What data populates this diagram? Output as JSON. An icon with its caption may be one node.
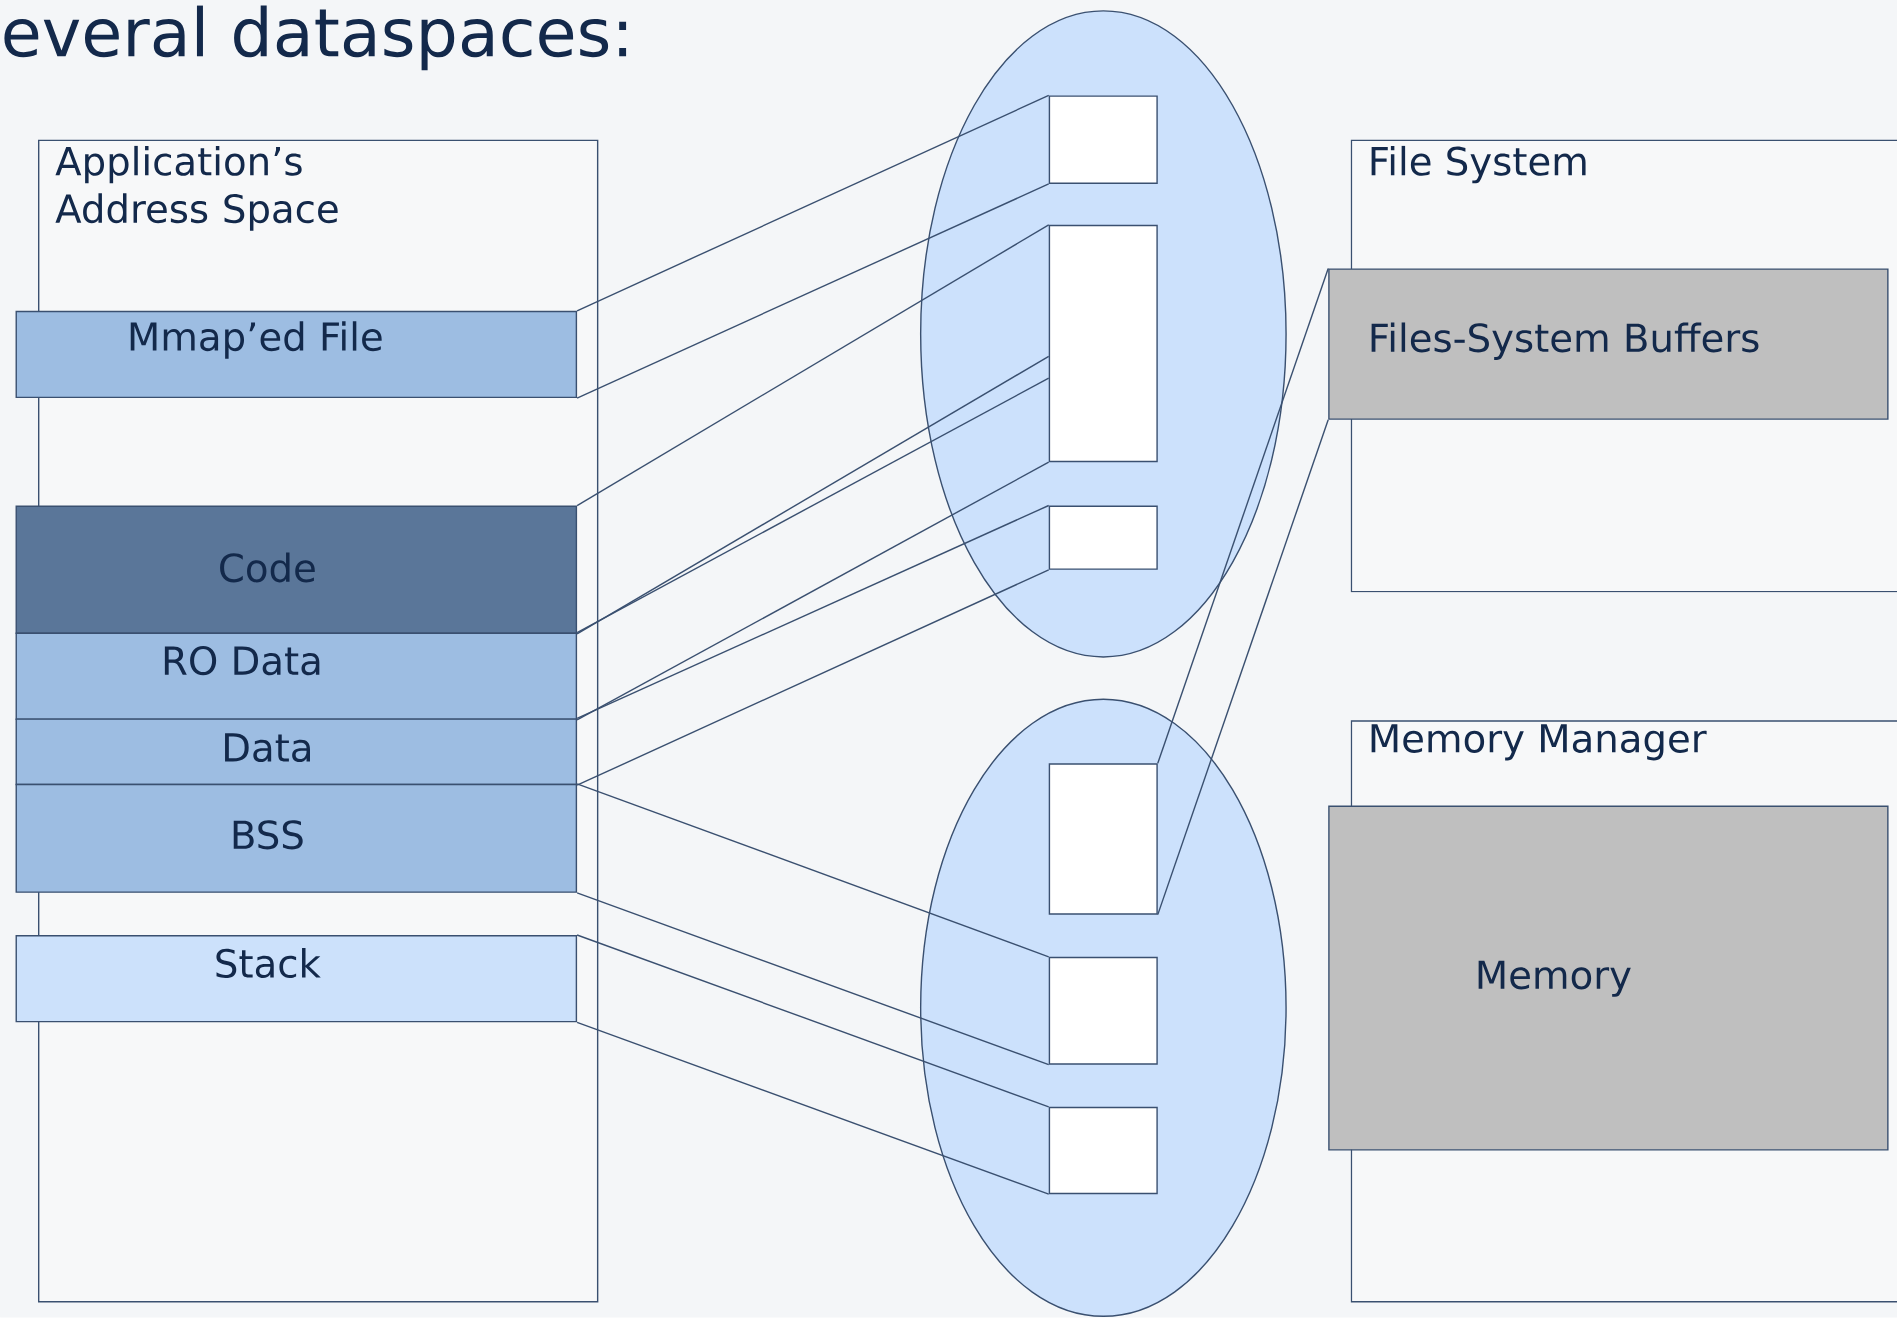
{
  "diagram": {
    "title": "everal dataspaces:",
    "nodes": [
      {
        "text": [
          "Application’s Address Space"
        ]
      },
      {
        "text": [
          "Mmap’ed File"
        ],
        "in": 0
      },
      {
        "text": [
          "Code"
        ],
        "in": 0
      },
      {
        "text": [
          "RO Data"
        ],
        "in": 0
      },
      {
        "text": [
          "Data"
        ],
        "in": 0
      },
      {
        "text": [
          "BSS"
        ],
        "in": 0
      },
      {
        "text": [
          "Stack"
        ],
        "in": 0
      },
      {
        "text": [],
        "shape": "ellipse"
      },
      {
        "text": [],
        "shape": "box",
        "in": 7
      },
      {
        "text": [],
        "shape": "box",
        "in": 7
      },
      {
        "text": [],
        "shape": "box",
        "in": 7
      },
      {
        "text": [],
        "shape": "ellipse"
      },
      {
        "text": [],
        "shape": "box",
        "in": 11
      },
      {
        "text": [],
        "shape": "box",
        "in": 11
      },
      {
        "text": [],
        "shape": "box",
        "in": 11
      },
      {
        "text": [
          "File System"
        ]
      },
      {
        "text": [
          "Files-System Buffers"
        ],
        "in": 15
      },
      {
        "text": [
          "Memory Manager"
        ]
      },
      {
        "text": [
          "Memory"
        ],
        "in": 17
      }
    ],
    "edges": [
      {
        "from": 1,
        "to": 8,
        "arrow": "none"
      },
      {
        "from": 1,
        "to": 8,
        "arrow": "none"
      },
      {
        "from": 2,
        "to": 9,
        "arrow": "none"
      },
      {
        "from": 2,
        "to": 9,
        "arrow": "none"
      },
      {
        "from": 3,
        "to": 9,
        "arrow": "none"
      },
      {
        "from": 3,
        "to": 9,
        "arrow": "none"
      },
      {
        "from": 4,
        "to": 10,
        "arrow": "none"
      },
      {
        "from": 4,
        "to": 10,
        "arrow": "none"
      },
      {
        "from": 5,
        "to": 13,
        "arrow": "none"
      },
      {
        "from": 5,
        "to": 13,
        "arrow": "none"
      },
      {
        "from": 6,
        "to": 14,
        "arrow": "none"
      },
      {
        "from": 6,
        "to": 14,
        "arrow": "none"
      },
      {
        "from": 16,
        "to": 12,
        "arrow": "none"
      },
      {
        "from": 16,
        "to": 12,
        "arrow": "none"
      }
    ]
  }
}
